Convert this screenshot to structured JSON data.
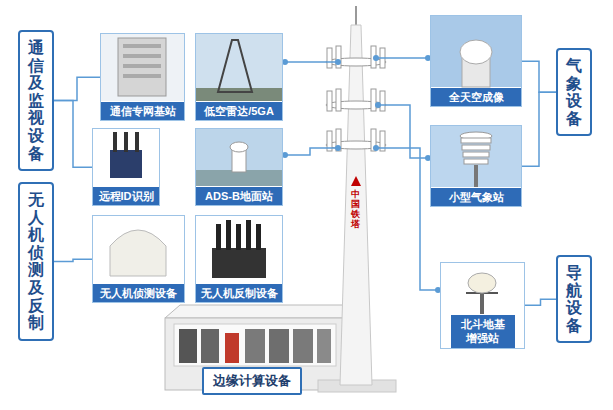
{
  "diagram": {
    "nodes": [
      {
        "text": [
          "通信及监视设备"
        ]
      },
      {
        "text": [
          "通信专网基站"
        ]
      },
      {
        "text": [
          "低空雷达/5GA"
        ]
      },
      {
        "text": [
          "远程ID识别"
        ]
      },
      {
        "text": [
          "ADS-B地面站"
        ]
      },
      {
        "text": [
          "无人机侦测及反制"
        ]
      },
      {
        "text": [
          "无人机侦测设备"
        ]
      },
      {
        "text": [
          "无人机反制设备"
        ]
      },
      {
        "text": [
          "全天空成像"
        ]
      },
      {
        "text": [
          "气象设备"
        ]
      },
      {
        "text": [
          "小型气象站"
        ]
      },
      {
        "text": [
          "北斗地基 增强站"
        ]
      },
      {
        "text": [
          "导航设备"
        ]
      },
      {
        "text": [
          "边缘计算设备"
        ]
      }
    ],
    "edges": [
      {
        "from": 0,
        "to": 1,
        "arrow": "none"
      },
      {
        "from": 0,
        "to": 3,
        "arrow": "none"
      },
      {
        "from": 5,
        "to": 6,
        "arrow": "none"
      },
      {
        "from": 9,
        "to": 8,
        "arrow": "none"
      },
      {
        "from": 9,
        "to": 10,
        "arrow": "none"
      },
      {
        "from": 12,
        "to": 11,
        "arrow": "none"
      }
    ],
    "labels": [
      "中国铁塔"
    ]
  }
}
